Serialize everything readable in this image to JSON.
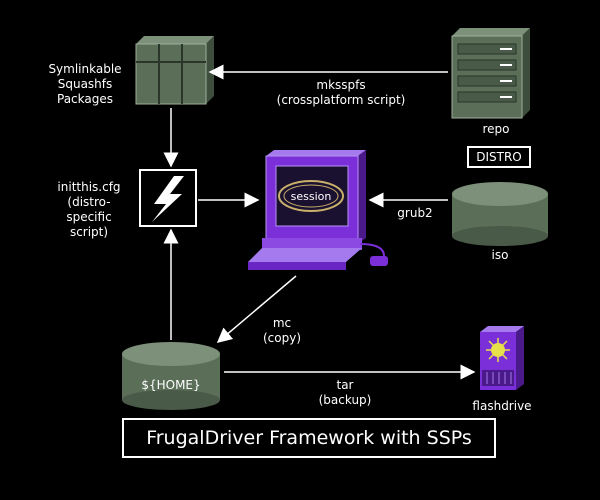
{
  "labels": {
    "symlinkable": [
      "Symlinkable",
      "Squashfs",
      "Packages"
    ],
    "mksspfs": [
      "mksspfs",
      "(crossplatform script)"
    ],
    "repo": "repo",
    "distro": "DISTRO",
    "initthis": [
      "initthis.cfg",
      "(distro-",
      "specific",
      "script)"
    ],
    "session": "session",
    "grub2": "grub2",
    "iso": "iso",
    "mc": [
      "mc",
      "(copy)"
    ],
    "home": "${HOME}",
    "tar": [
      "tar",
      "(backup)"
    ],
    "flashdrive": "flashdrive"
  },
  "title": "FrugalDriver Framework with SSPs",
  "colors": {
    "green_box": "#5a6e58",
    "green_dark": "#3e4e3c",
    "purple": "#7a2fd9",
    "purple_dark": "#4a1a8a",
    "session_ring": "#c9b06a"
  }
}
